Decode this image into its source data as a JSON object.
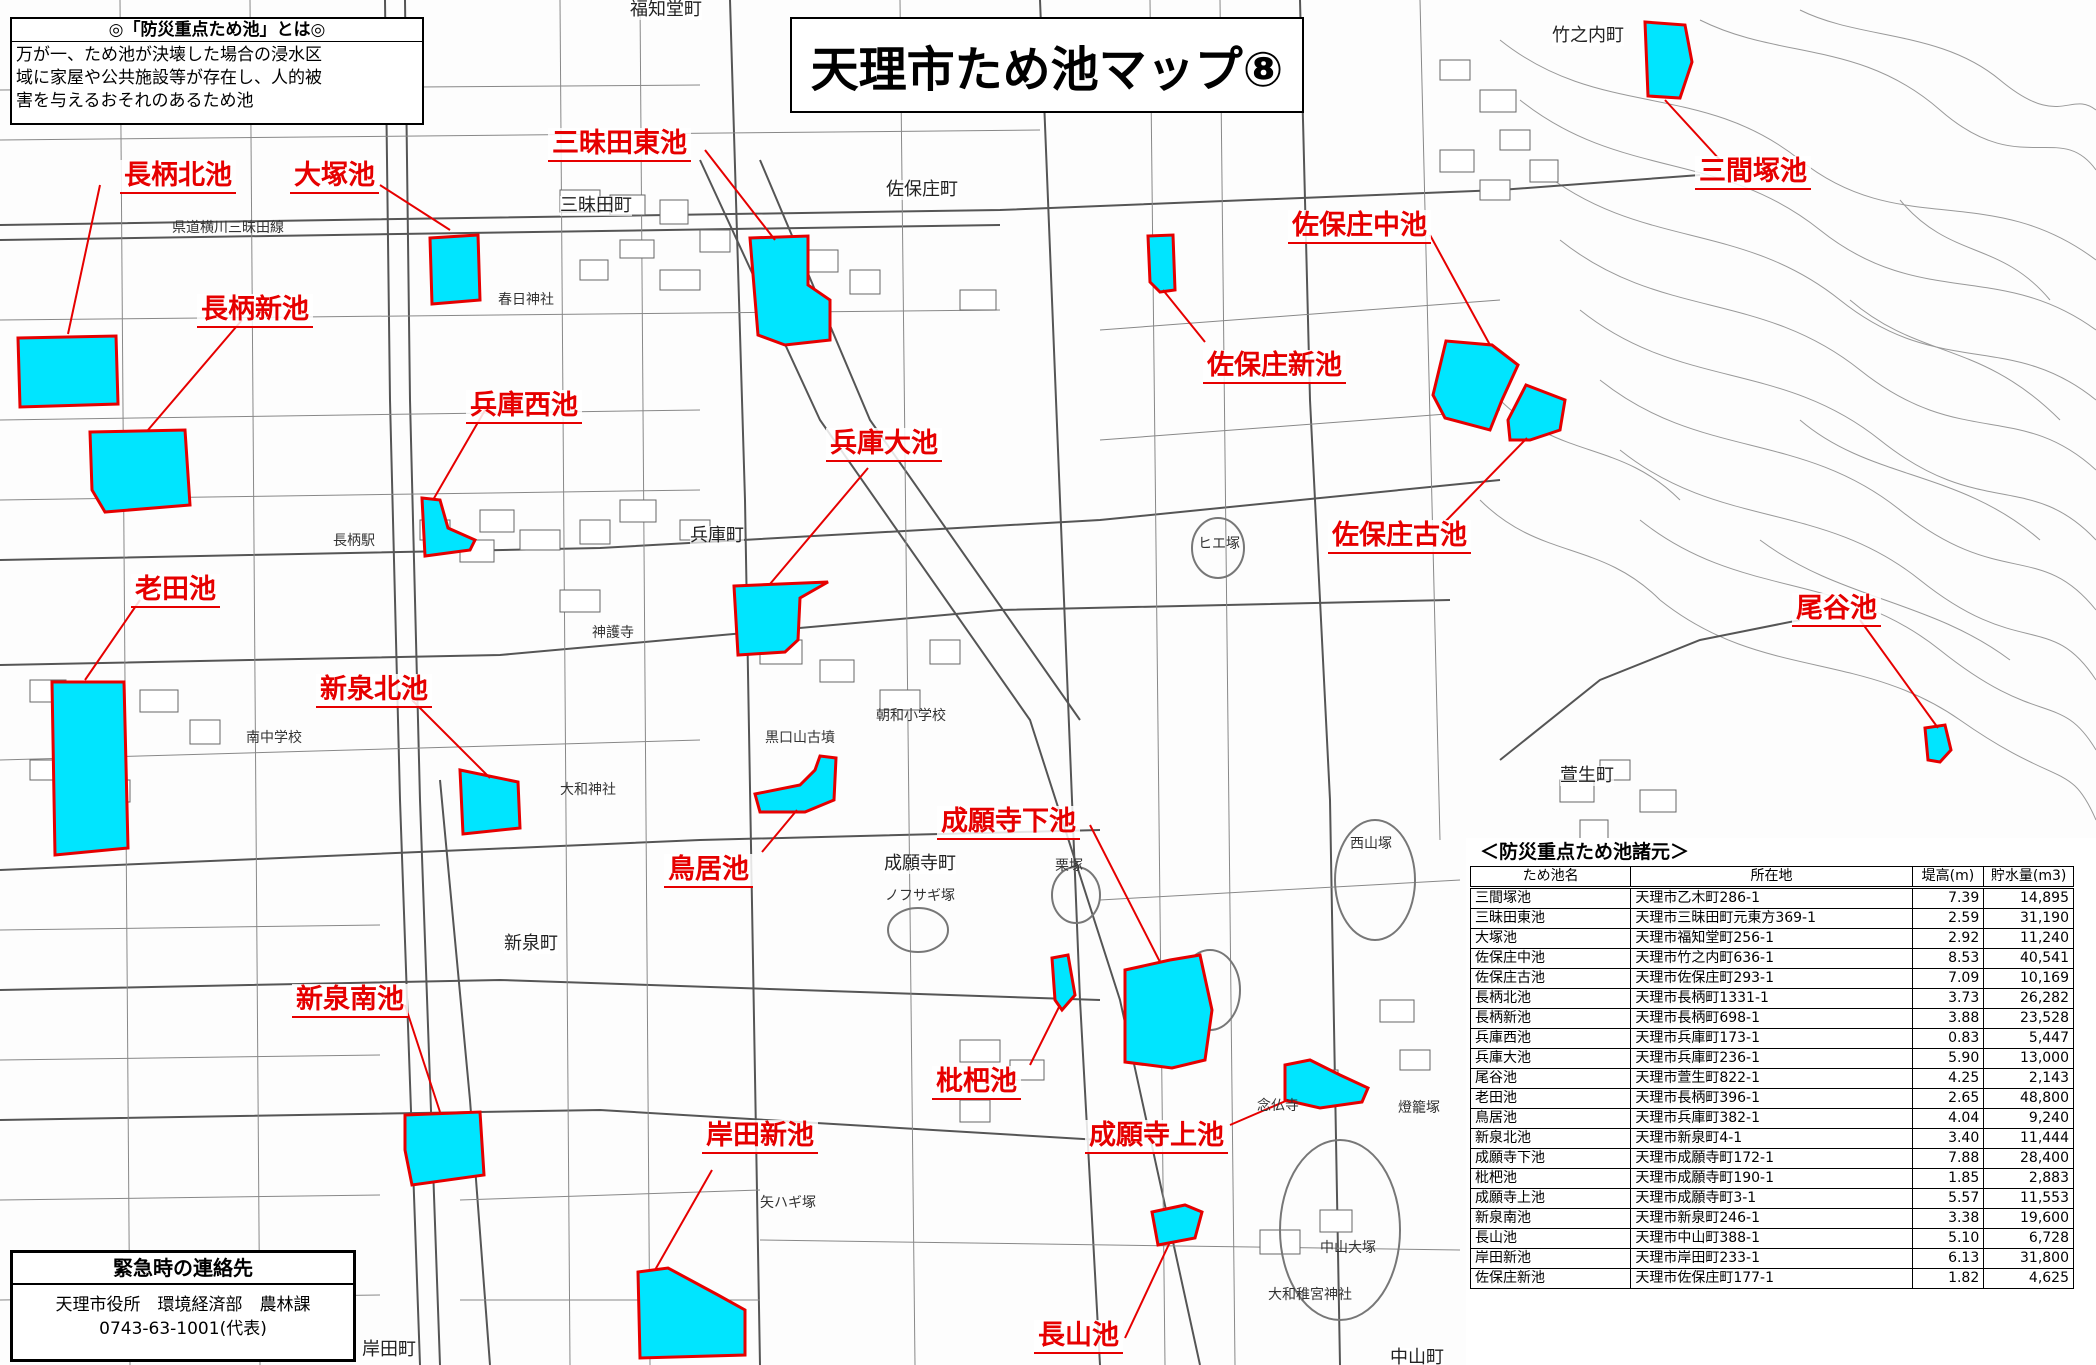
{
  "map_title": "天理市ため池マップ⑧",
  "definition": {
    "heading": "◎「防災重点ため池」とは◎",
    "lines": [
      "万が一、ため池が決壊した場合の浸水区",
      "域に家屋や公共施設等が存在し、人的被",
      "害を与えるおそれのあるため池"
    ]
  },
  "contact": {
    "heading": "緊急時の連絡先",
    "line1": "天理市役所　環境経済部　農林課",
    "line2": "0743-63-1001(代表)"
  },
  "pond_labels": {
    "sankenzuka": "三間塚池",
    "zanmaidahigashi": "三昧田東池",
    "otsuka": "大塚池",
    "nagarakita": "長柄北池",
    "nagarashin": "長柄新池",
    "hyogonishi": "兵庫西池",
    "hyogooo": "兵庫大池",
    "oida": "老田池",
    "shinizumikita": "新泉北池",
    "torii": "鳥居池",
    "sahonaka": "佐保庄中池",
    "sahoshin": "佐保庄新池",
    "sahofuru": "佐保庄古池",
    "odani": "尾谷池",
    "jouganjishimo": "成願寺下池",
    "biwa": "枇杷池",
    "jouganjikami": "成願寺上池",
    "shinizumiminami": "新泉南池",
    "kishidashin": "岸田新池",
    "nagayama": "長山池"
  },
  "town_labels": {
    "takenouchi": "竹之内町",
    "zanmaida": "三昧田町",
    "sahosho": "佐保庄町",
    "hyogo": "兵庫町",
    "kayu": "萱生町",
    "jouganji": "成願寺町",
    "shinizumi": "新泉町",
    "kishida": "岸田町",
    "nakayama": "中山町",
    "fukuchido": "福知堂町"
  },
  "place_labels": {
    "road_name": "県道横川三昧田線",
    "kasuga": "春日神社",
    "nagara_station": "長柄駅",
    "jingoji": "神護寺",
    "asuka": "朝和小学校",
    "minamichu": "南中学校",
    "yamato": "大和神社",
    "kuroduka": "黒口山古墳",
    "hieduka": "ヒエ塚",
    "nishiyama": "西山塚",
    "kurizuka": "栗塚",
    "nenbutsuji": "念仏寺",
    "yamatomiyanimiya": "大和稚宮神社",
    "yaharigi": "矢ハギ塚",
    "nakayamaotsuka": "中山大塚",
    "hiryuzuka": "燈籠塚",
    "fusaki": "ノフサギ塚"
  },
  "table": {
    "title": "＜防災重点ため池諸元＞",
    "columns": [
      "ため池名",
      "所在地",
      "堤高(m)",
      "貯水量(m3)"
    ],
    "rows": [
      [
        "三間塚池",
        "天理市乙木町286-1",
        "7.39",
        "14,895"
      ],
      [
        "三昧田東池",
        "天理市三昧田町元東方369-1",
        "2.59",
        "31,190"
      ],
      [
        "大塚池",
        "天理市福知堂町256-1",
        "2.92",
        "11,240"
      ],
      [
        "佐保庄中池",
        "天理市竹之内町636-1",
        "8.53",
        "40,541"
      ],
      [
        "佐保庄古池",
        "天理市佐保庄町293-1",
        "7.09",
        "10,169"
      ],
      [
        "長柄北池",
        "天理市長柄町1331-1",
        "3.73",
        "26,282"
      ],
      [
        "長柄新池",
        "天理市長柄町698-1",
        "3.88",
        "23,528"
      ],
      [
        "兵庫西池",
        "天理市兵庫町173-1",
        "0.83",
        "5,447"
      ],
      [
        "兵庫大池",
        "天理市兵庫町236-1",
        "5.90",
        "13,000"
      ],
      [
        "尾谷池",
        "天理市萱生町822-1",
        "4.25",
        "2,143"
      ],
      [
        "老田池",
        "天理市長柄町396-1",
        "2.65",
        "48,800"
      ],
      [
        "鳥居池",
        "天理市兵庫町382-1",
        "4.04",
        "9,240"
      ],
      [
        "新泉北池",
        "天理市新泉町4-1",
        "3.40",
        "11,444"
      ],
      [
        "成願寺下池",
        "天理市成願寺町172-1",
        "7.88",
        "28,400"
      ],
      [
        "枇杷池",
        "天理市成願寺町190-1",
        "1.85",
        "2,883"
      ],
      [
        "成願寺上池",
        "天理市成願寺町3-1",
        "5.57",
        "11,553"
      ],
      [
        "新泉南池",
        "天理市新泉町246-1",
        "3.38",
        "19,600"
      ],
      [
        "長山池",
        "天理市中山町388-1",
        "5.10",
        "6,728"
      ],
      [
        "岸田新池",
        "天理市岸田町233-1",
        "6.13",
        "31,800"
      ],
      [
        "佐保庄新池",
        "天理市佐保庄町177-1",
        "1.82",
        "4,625"
      ]
    ]
  },
  "colors": {
    "pond_fill": "#00e5ff",
    "pond_outline": "#e60000",
    "label": "#e60000"
  }
}
